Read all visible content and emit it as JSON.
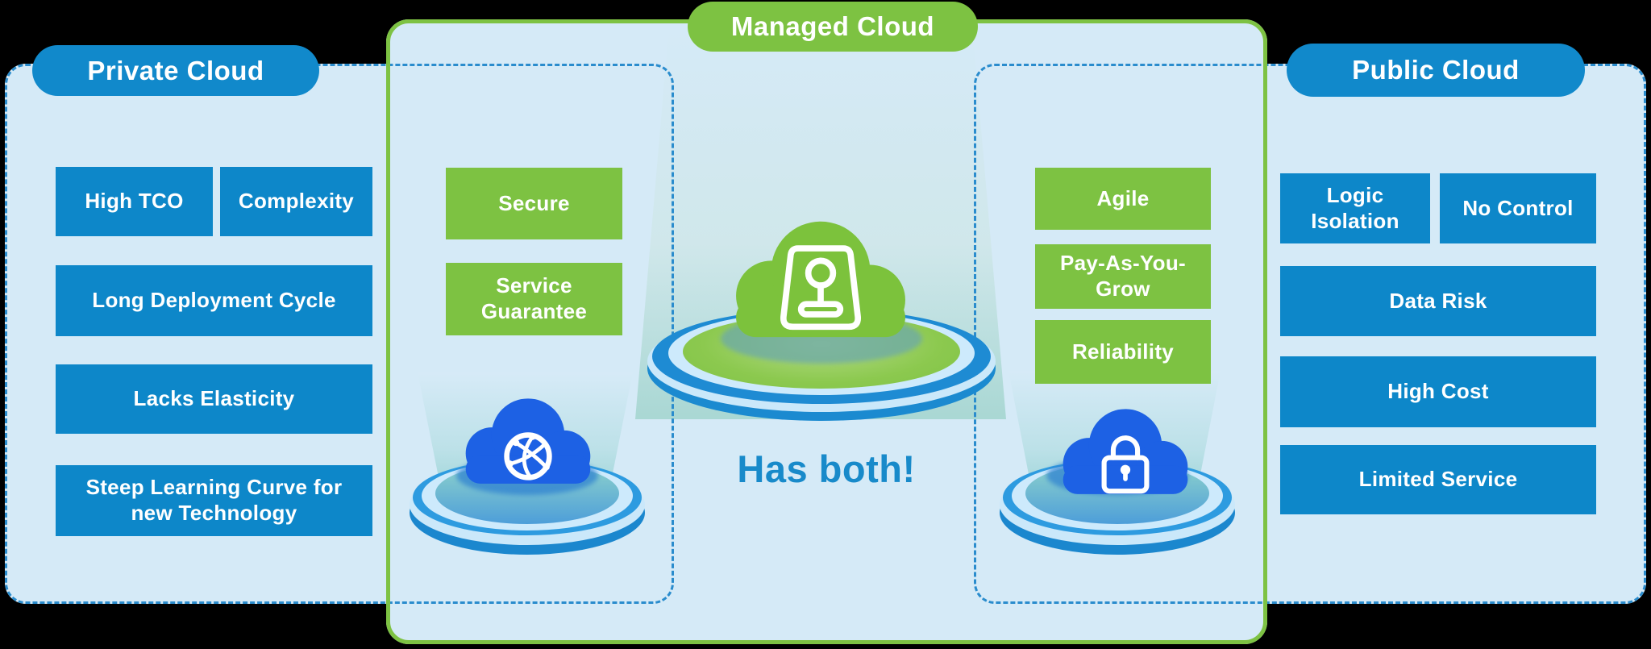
{
  "private_cloud": {
    "title": "Private Cloud",
    "items": [
      "High TCO",
      "Complexity",
      "Long Deployment Cycle",
      "Lacks Elasticity",
      "Steep Learning Curve for\nnew Technology"
    ]
  },
  "managed_cloud": {
    "title": "Managed Cloud",
    "caption": "Has both!",
    "left_items": [
      "Secure",
      "Service\nGuarantee"
    ],
    "right_items": [
      "Agile",
      "Pay-As-You-\nGrow",
      "Reliability"
    ],
    "icons": {
      "left_cloud": "globe-network-icon",
      "center_cloud": "storage-server-icon",
      "right_cloud": "padlock-icon"
    }
  },
  "public_cloud": {
    "title": "Public Cloud",
    "items": [
      "Logic\nIsolation",
      "No Control",
      "Data Risk",
      "High Cost",
      "Limited Service"
    ]
  },
  "colors": {
    "background": "#000000",
    "panel_fill": "#d5eaf7",
    "box_blue": "#0d87c9",
    "pill_blue": "#1189cb",
    "green": "#7dc242",
    "dashed_border_blue": "#2a8ccd",
    "cloud_blue": "#1d61e4",
    "cloud_green": "#7cc23c",
    "caption_blue": "#188aca"
  }
}
